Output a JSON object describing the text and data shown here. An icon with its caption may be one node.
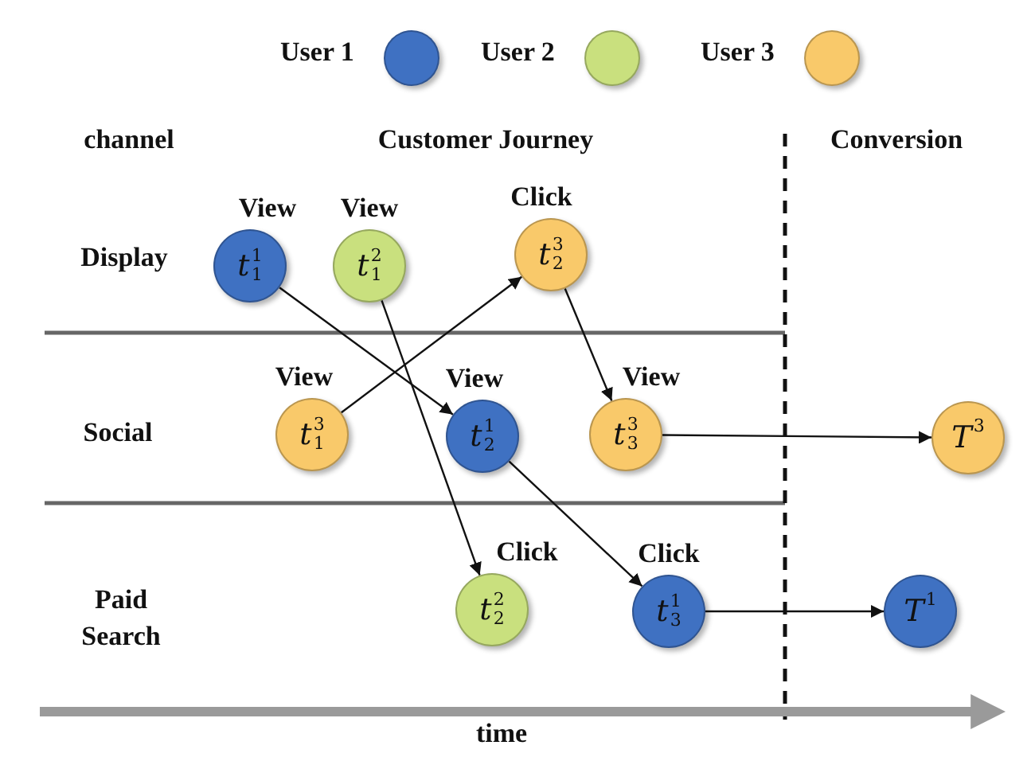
{
  "diagram": {
    "nodes": [
      {
        "text": [
          "*t*$^{1}$$_{1}$"
        ],
        "beside": [
          "View"
        ]
      },
      {
        "text": [
          "*t*$^{2}$$_{1}$"
        ],
        "beside": [
          "View"
        ]
      },
      {
        "text": [
          "*t*$^{3}$$_{2}$"
        ],
        "beside": [
          "Click"
        ]
      },
      {
        "text": [
          "*t*$^{3}$$_{1}$"
        ],
        "beside": [
          "View"
        ]
      },
      {
        "text": [
          "*t*$^{1}$$_{2}$"
        ],
        "beside": [
          "View"
        ]
      },
      {
        "text": [
          "*t*$^{3}$$_{3}$"
        ],
        "beside": [
          "View"
        ]
      },
      {
        "text": [
          "*T*$^{3}$"
        ]
      },
      {
        "text": [
          "*t*$^{2}$$_{2}$"
        ],
        "beside": [
          "Click"
        ]
      },
      {
        "text": [
          "*t*$^{1}$$_{3}$"
        ],
        "beside": [
          "Click"
        ]
      },
      {
        "text": [
          "*T*$^{1}$"
        ]
      }
    ],
    "edges": [
      {
        "from": 0,
        "to": 4,
        "arrow": "to"
      },
      {
        "from": 1,
        "to": 7,
        "arrow": "to"
      },
      {
        "from": 3,
        "to": 2,
        "arrow": "to"
      },
      {
        "from": 2,
        "to": 5,
        "arrow": "to"
      },
      {
        "from": 5,
        "to": 6,
        "arrow": "to"
      },
      {
        "from": 4,
        "to": 8,
        "arrow": "to"
      },
      {
        "from": 8,
        "to": 9,
        "arrow": "to"
      }
    ],
    "labels": [
      "channel",
      "Customer Journey",
      "Conversion",
      "Display",
      "Social",
      "Paid Search",
      "time"
    ],
    "legend": [
      {
        "text": "User 1",
        "color": "#3f71c2"
      },
      {
        "text": "User 2",
        "color": "#c9e07e"
      },
      {
        "text": "User 3",
        "color": "#f9c96a"
      }
    ]
  }
}
